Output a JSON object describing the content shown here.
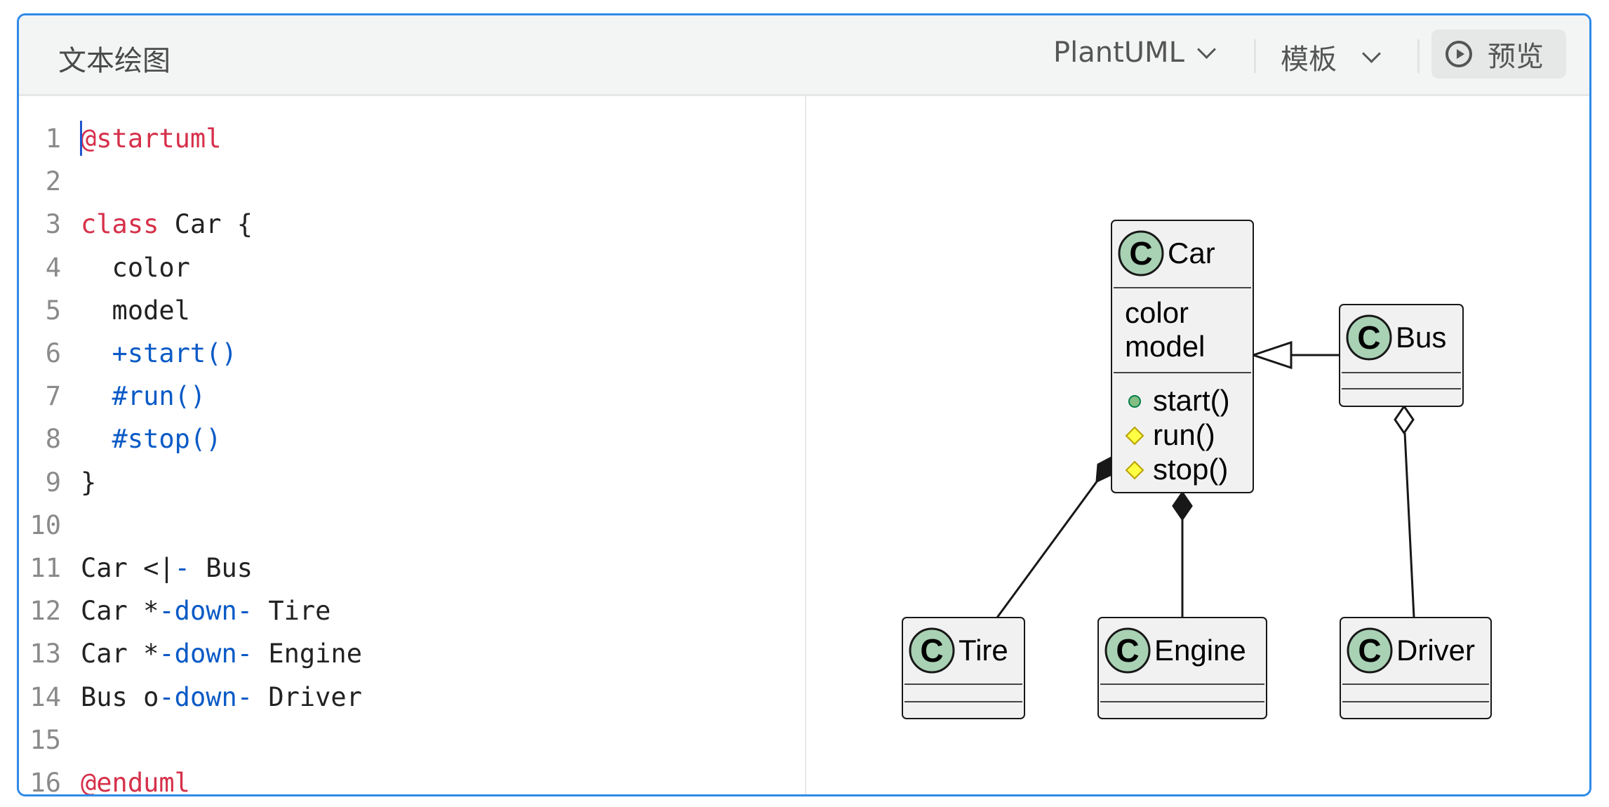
{
  "header": {
    "title": "文本绘图",
    "language_select": "PlantUML",
    "template_select": "模板",
    "preview_label": "预览",
    "icons": {
      "language": "chevron-down-icon",
      "template": "chevron-down-icon",
      "preview": "play-circle-icon"
    }
  },
  "colors": {
    "accent": "#2f8ae8",
    "keyword": "#d6304a",
    "blue": "#0a5ac6",
    "class_icon": "#a9d1b4",
    "box_fill": "#f1f1f1"
  },
  "editor": {
    "lines": [
      {
        "n": "1",
        "tokens": [
          {
            "t": "@startuml",
            "c": "kw"
          }
        ]
      },
      {
        "n": "2",
        "tokens": []
      },
      {
        "n": "3",
        "tokens": [
          {
            "t": "class",
            "c": "kw"
          },
          {
            "t": " Car {",
            "c": "plain"
          }
        ]
      },
      {
        "n": "4",
        "tokens": [
          {
            "t": "  color",
            "c": "plain"
          }
        ]
      },
      {
        "n": "5",
        "tokens": [
          {
            "t": "  model",
            "c": "plain"
          }
        ]
      },
      {
        "n": "6",
        "tokens": [
          {
            "t": "  +start()",
            "c": "blue"
          }
        ]
      },
      {
        "n": "7",
        "tokens": [
          {
            "t": "  #run()",
            "c": "blue"
          }
        ]
      },
      {
        "n": "8",
        "tokens": [
          {
            "t": "  #stop()",
            "c": "blue"
          }
        ]
      },
      {
        "n": "9",
        "tokens": [
          {
            "t": "}",
            "c": "plain"
          }
        ]
      },
      {
        "n": "10",
        "tokens": []
      },
      {
        "n": "11",
        "tokens": [
          {
            "t": "Car <|",
            "c": "plain"
          },
          {
            "t": "-",
            "c": "blue"
          },
          {
            "t": " Bus",
            "c": "plain"
          }
        ]
      },
      {
        "n": "12",
        "tokens": [
          {
            "t": "Car *",
            "c": "plain"
          },
          {
            "t": "-down-",
            "c": "blue"
          },
          {
            "t": " Tire",
            "c": "plain"
          }
        ]
      },
      {
        "n": "13",
        "tokens": [
          {
            "t": "Car *",
            "c": "plain"
          },
          {
            "t": "-down-",
            "c": "blue"
          },
          {
            "t": " Engine",
            "c": "plain"
          }
        ]
      },
      {
        "n": "14",
        "tokens": [
          {
            "t": "Bus o",
            "c": "plain"
          },
          {
            "t": "-down-",
            "c": "blue"
          },
          {
            "t": " Driver",
            "c": "plain"
          }
        ]
      },
      {
        "n": "15",
        "tokens": []
      },
      {
        "n": "16",
        "tokens": [
          {
            "t": "@enduml",
            "c": "kw"
          }
        ]
      }
    ]
  },
  "diagram": {
    "classes": {
      "car": {
        "name": "Car",
        "icon": "C",
        "attributes": [
          "color",
          "model"
        ],
        "methods": [
          {
            "name": "start()",
            "visibility": "public"
          },
          {
            "name": "run()",
            "visibility": "protected"
          },
          {
            "name": "stop()",
            "visibility": "protected"
          }
        ]
      },
      "bus": {
        "name": "Bus",
        "icon": "C"
      },
      "tire": {
        "name": "Tire",
        "icon": "C"
      },
      "engine": {
        "name": "Engine",
        "icon": "C"
      },
      "driver": {
        "name": "Driver",
        "icon": "C"
      }
    },
    "relations": [
      {
        "from": "Bus",
        "to": "Car",
        "type": "inheritance"
      },
      {
        "from": "Car",
        "to": "Tire",
        "type": "composition"
      },
      {
        "from": "Car",
        "to": "Engine",
        "type": "composition"
      },
      {
        "from": "Bus",
        "to": "Driver",
        "type": "aggregation"
      }
    ]
  }
}
